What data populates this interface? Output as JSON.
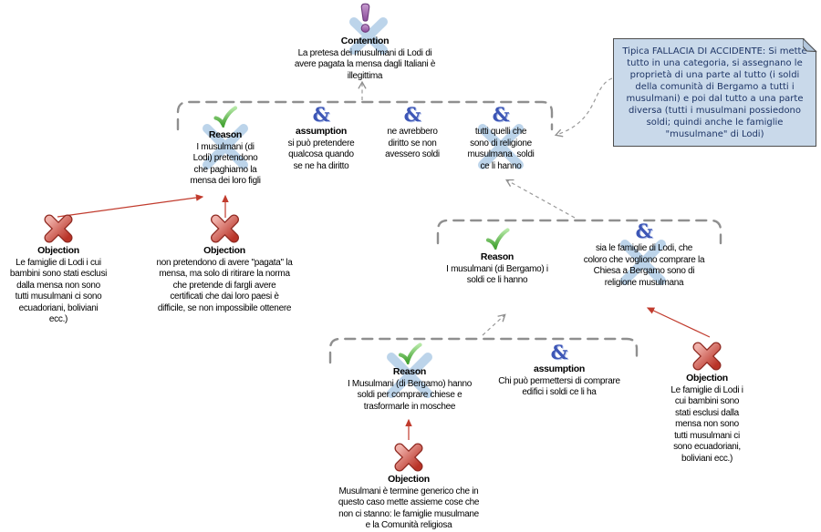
{
  "palette": {
    "background": "#ffffff",
    "group_border": "#8f8f8f",
    "dashed_connector": "#999999",
    "attack_arrow": "#c13b2d",
    "check_green": "#4da53f",
    "ampersand_blue": "#3d56b6",
    "cross_red": "#c0392b",
    "exclamation_purple": "#8a4b9b",
    "rejected_watermark": "#bcd4ea",
    "note_background": "#c9d9ea",
    "note_text": "#1e3566"
  },
  "glyphs": {
    "ampersand": "&"
  },
  "icons": {
    "contention": "exclamation-icon",
    "reason": "check-icon",
    "premise": "ampersand-icon",
    "objection": "cross-icon",
    "rejected": "rejected-x-watermark"
  },
  "nodes": {
    "contention": {
      "label": "Contention",
      "text": "La pretesa dei musulmani di Lodi di\navere pagata la mensa dagli Italiani è\nillegittima"
    },
    "reason1": {
      "label": "Reason",
      "text": "I musulmani (di\nLodi) pretendono\nche paghiamo la\nmensa dei loro figli"
    },
    "assumption1": {
      "label": "assumption",
      "text": "si può pretendere\nqualcosa quando\nse ne ha diritto"
    },
    "copremise1": {
      "text": "ne avrebbero\ndiritto se non\navessero soldi"
    },
    "copremise2": {
      "text": "tutti quelli che\nsono di religione\nmusulmana  soldi\nce li hanno"
    },
    "objection1": {
      "label": "Objection",
      "text": "Le famiglie di Lodi i cui\nbambini sono stati esclusi\ndalla mensa non sono\ntutti musulmani ci sono\necuadoriani, boliviani\necc.)"
    },
    "objection2": {
      "label": "Objection",
      "text": "non pretendono di avere \"pagata\" la\nmensa, ma solo di ritirare la norma\nche pretende di fargli avere\ncertificati che dai loro paesi è\ndifficile, se non impossibile ottenere"
    },
    "reason2": {
      "label": "Reason",
      "text": "I musulmani (di Bergamo) i\nsoldi ce li hanno"
    },
    "copremise3": {
      "text": "sia le famiglie di Lodi, che\ncoloro che vogliono comprare la\nChiesa a Bergamo sono di\nreligione musulmana"
    },
    "reason3": {
      "label": "Reason",
      "text": "I Musulmani (di Bergamo) hanno\nsoldi per comprare chiese e\ntrasformarle in moschee"
    },
    "assumption2": {
      "label": "assumption",
      "text": "Chi può permettersi di comprare\nedifici i soldi ce li ha"
    },
    "objection3": {
      "label": "Objection",
      "text": "Le famiglie di Lodi i\ncui bambini sono\nstati esclusi dalla\nmensa non sono\ntutti musulmani ci\nsono ecuadoriani,\nboliviani ecc.)"
    },
    "objection4": {
      "label": "Objection",
      "text": "Musulmani è termine generico che in\nquesto caso mette assieme cose che\nnon ci stanno: le famiglie musulmane\ne la Comunità religiosa"
    }
  },
  "note": {
    "text": "Tipica FALLACIA DI ACCIDENTE: Si mette tutto in una categoria, si assegnano le proprietà di una parte al tutto (i soldi della comunità di Bergamo a tutti i musulmani) e poi dal tutto a una parte diversa (tutti i musulmani possiedono soldi; quindi anche le famiglie \"musulmane\" di Lodi)"
  }
}
